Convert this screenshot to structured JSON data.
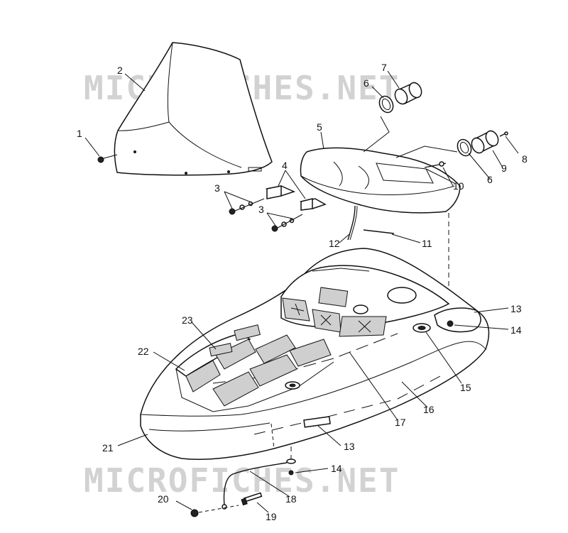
{
  "diagram": {
    "watermarks": [
      "MICROFICHES.NET",
      "MICROFICHES.NET"
    ],
    "callouts": {
      "c1": "1",
      "c2": "2",
      "c3a": "3",
      "c3b": "3",
      "c4": "4",
      "c5": "5",
      "c6a": "6",
      "c6b": "6",
      "c7": "7",
      "c8": "8",
      "c9": "9",
      "c10": "10",
      "c11": "11",
      "c12": "12",
      "c13a": "13",
      "c13b": "13",
      "c14a": "14",
      "c14b": "14",
      "c15": "15",
      "c16": "16",
      "c17": "17",
      "c18": "18",
      "c19": "19",
      "c20": "20",
      "c21": "21",
      "c22": "22",
      "c23": "23"
    }
  },
  "colors": {
    "line": "#111111",
    "background": "#ffffff",
    "watermark": "#d2d2d2",
    "shading": "#cfcfcf"
  }
}
